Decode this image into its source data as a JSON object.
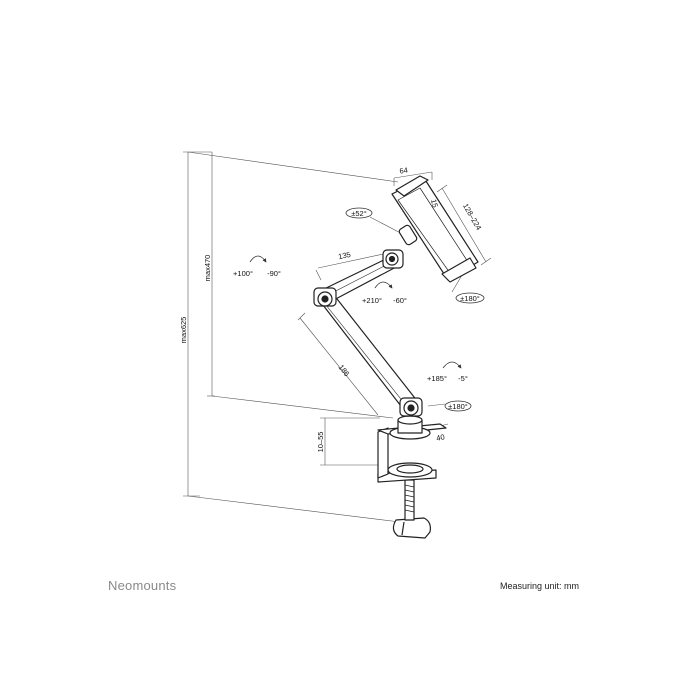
{
  "brand": "Neomounts",
  "measuring_unit": "Measuring unit: mm",
  "dimensions": {
    "overall_height": "max625",
    "arm_height": "max470",
    "clamp_range": "10–55",
    "holder_width": "64",
    "holder_lip": "15",
    "holder_range": "128–224",
    "upper_arm": "135",
    "lower_arm": "186",
    "base_depth": "40"
  },
  "rotations": {
    "holder_tilt": "±52°",
    "holder_rotate": "±180°",
    "mid_joint_plus": "+100°",
    "mid_joint_minus": "-90°",
    "elbow_plus": "+210°",
    "elbow_minus": "-60°",
    "base_plus": "+185°",
    "base_minus": "-5°",
    "base_swivel": "±180°"
  }
}
